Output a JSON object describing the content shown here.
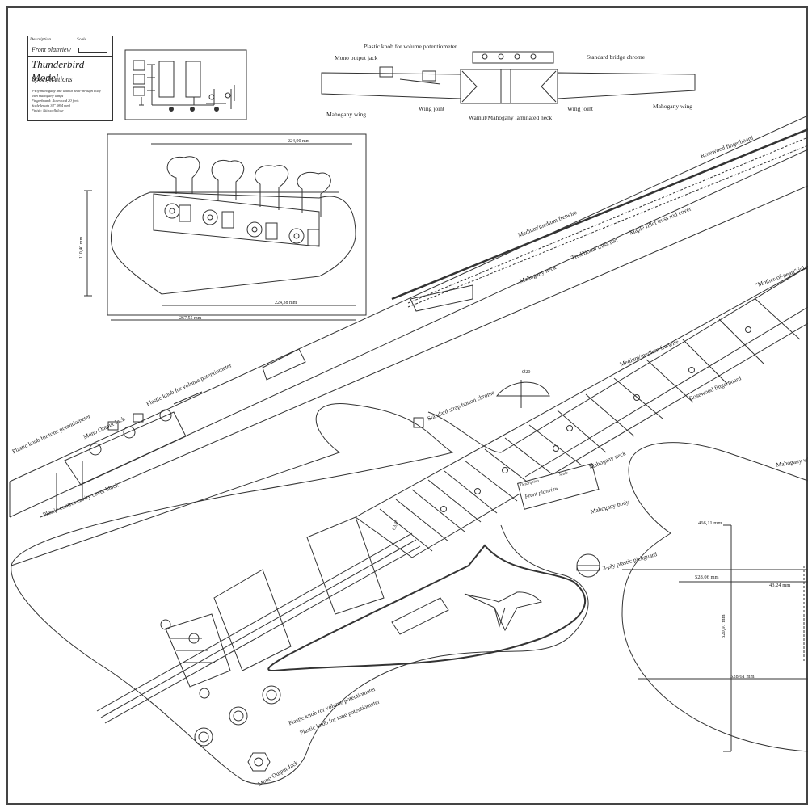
{
  "title_block": {
    "description_header": "Description",
    "scale_header": "Scale",
    "view": "Front planview",
    "model": "Thunderbird Model",
    "specs_heading": "Specifications",
    "spec_lines": [
      "9-Ply mahogany and walnut neck-through body",
      "with mahogany wings",
      "Fingerboard: Rosewood 20 frets",
      "Scale length 34\" (864 mm)",
      "Finish: Nitrocellulose"
    ]
  },
  "small_title_block": {
    "description_header": "Description",
    "scale_header": "Scale",
    "view": "Front planview"
  },
  "side_view": {
    "plastic_knob_volume": "Plastic knob for volume potentiometer",
    "mono_output_jack": "Mono output jack",
    "standard_bridge": "Standard bridge chrome",
    "mahogany_wing_left": "Mahogany wing",
    "wing_joint_left": "Wing joint",
    "laminated_neck": "Walnut/Mahogany laminated neck",
    "wing_joint_right": "Wing joint",
    "mahogany_wing_right": "Mahogany wing"
  },
  "headstock": {
    "dim_top": "224,90 mm",
    "dim_height": "110,40 mm",
    "dim_bottom": "224,38 mm",
    "dim_total": "267,55 mm"
  },
  "neck_labels": {
    "rosewood_fingerboard": "Rosewood fingerboard",
    "medium_fretwire": "Medium/medium fretwire",
    "maple_fillet": "Maple fillet truss rod cover",
    "traditional_truss_rod": "Traditional truss rod",
    "mahogany_neck": "Mahogany neck"
  },
  "front_labels": {
    "mother_of_pearl": "\"Mother-of-pearl\" inlay",
    "medium_fretwire_2": "Medium/medium fretwire",
    "rosewood_fingerboard_2": "Rosewood fingerboard",
    "mahogany_neck_2": "Mahogany neck",
    "strap_button": "Standard strap button chrome",
    "strap_dim": "Ø20",
    "mahogany_body": "Mahogany body",
    "pickguard": "3-ply plastic pickguard",
    "width_dim": "63,15",
    "knob_volume": "Plastic knob for volume potentiometer",
    "knob_tone": "Plastic knob for tone potentiometer",
    "mono_output": "Mono Output Jack"
  },
  "back_labels": {
    "knob_tone": "Plastic knob for tone potentiometer",
    "mono_output": "Mono Output Jack",
    "knob_volume": "Plastic knob for volume potentiometer",
    "control_cavity": "Plastic control cavity cover block"
  },
  "body_view": {
    "mahogany_wing": "Mahogany wing",
    "dim_466": "466,11 mm",
    "dim_528a": "528,06 mm",
    "dim_43": "43,24 mm",
    "dim_vert": "320,97 mm",
    "dim_528b": "528,61 mm"
  }
}
